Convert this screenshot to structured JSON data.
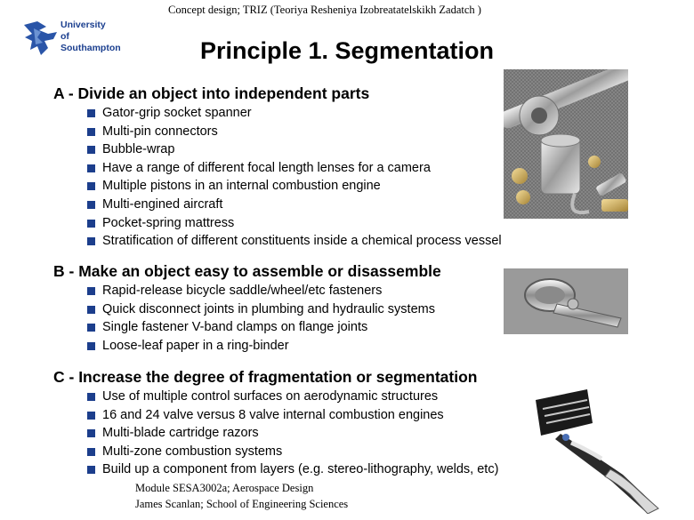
{
  "header": {
    "caption": "Concept design; TRIZ (Teoriya Resheniya Izobreatatelskikh Zadatch )"
  },
  "logo": {
    "line1": "University",
    "line2": "of Southampton"
  },
  "title": "Principle 1. Segmentation",
  "sections": [
    {
      "heading": "A - Divide an object into independent parts",
      "bullets": [
        "Gator-grip socket spanner",
        "Multi-pin connectors",
        "Bubble-wrap",
        "Have a range of different focal length lenses for a camera",
        "Multiple pistons in an internal combustion engine",
        "Multi-engined aircraft",
        "Pocket-spring mattress",
        "Stratification of different constituents inside a chemical process vessel"
      ]
    },
    {
      "heading": "B - Make an object easy to assemble or disassemble",
      "bullets": [
        "Rapid-release bicycle saddle/wheel/etc fasteners",
        "Quick disconnect joints in plumbing and hydraulic systems",
        "Single fastener V-band clamps on flange joints",
        "Loose-leaf paper in a ring-binder"
      ]
    },
    {
      "heading": "C - Increase the degree of fragmentation or segmentation",
      "bullets": [
        "Use of multiple control surfaces on aerodynamic structures",
        "16 and 24 valve versus 8 valve internal combustion engines",
        "Multi-blade cartridge razors",
        "Multi-zone combustion systems",
        "Build up a component from layers (e.g. stereo-lithography, welds, etc)"
      ]
    }
  ],
  "footer": {
    "line1": "Module SESA3002a; Aerospace Design",
    "line2": "James Scanlan; School of Engineering Sciences"
  },
  "colors": {
    "bullet": "#1c3e8c",
    "logo_text": "#1b3f8f"
  }
}
